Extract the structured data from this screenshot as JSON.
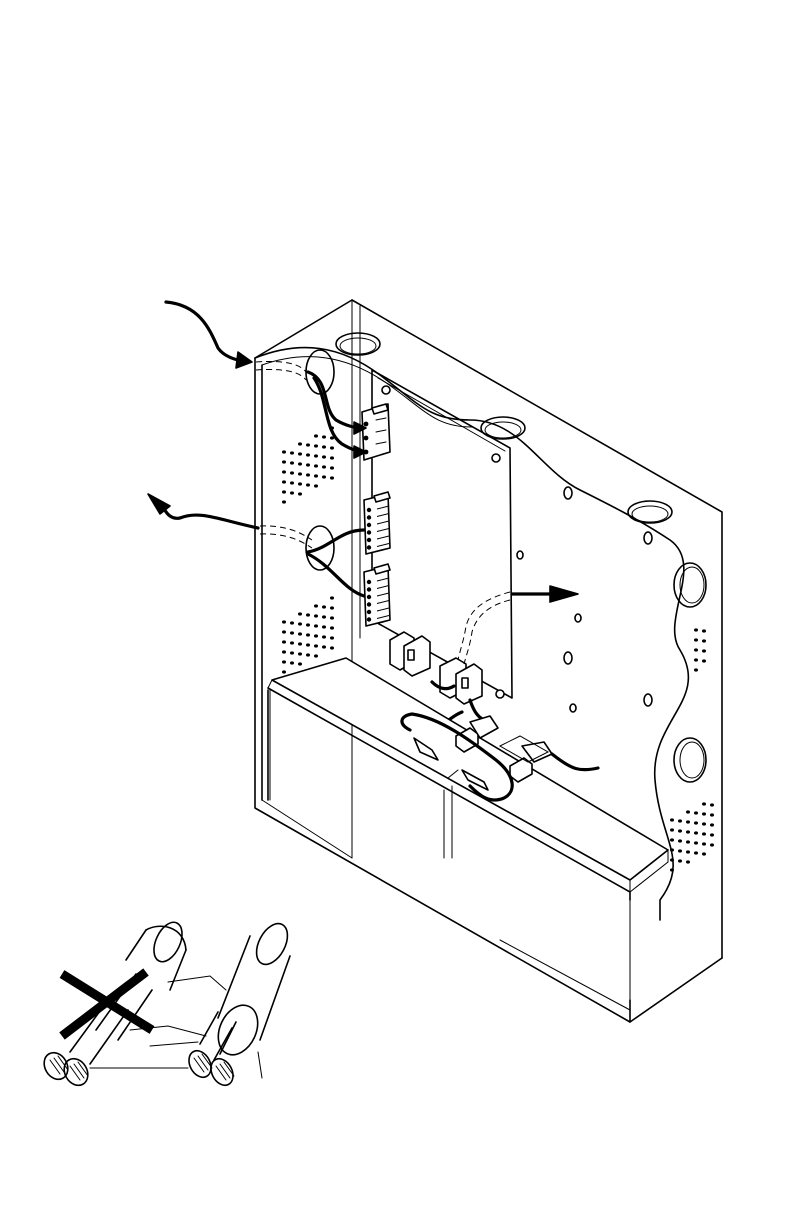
{
  "figure": {
    "kind": "installation-diagram",
    "colors": {
      "ink": "#000000",
      "paper": "#ffffff"
    },
    "parts": [
      "enclosure",
      "circuit-board",
      "terminal-block",
      "battery",
      "cable-detail"
    ]
  }
}
